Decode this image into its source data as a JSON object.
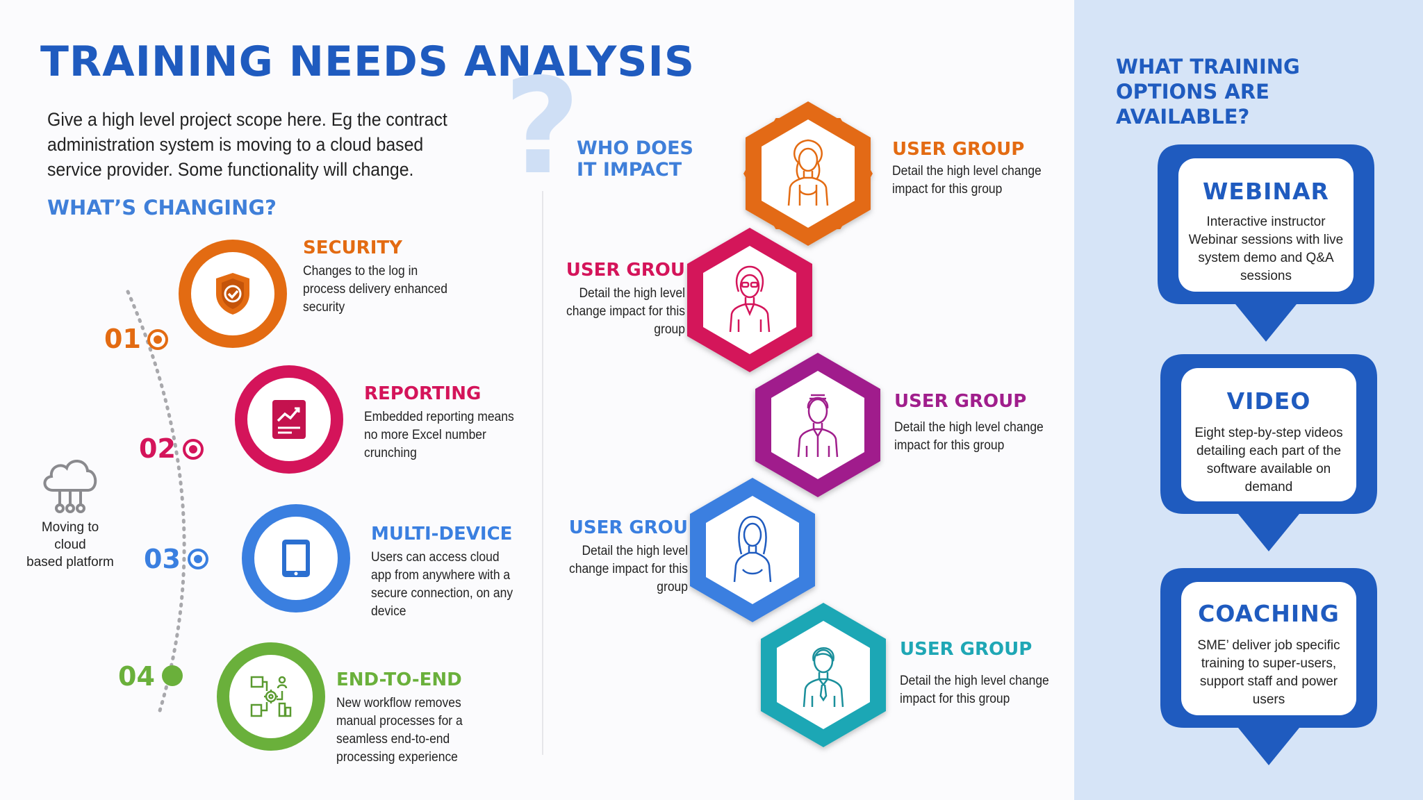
{
  "title": "TRAINING NEEDS ANALYSIS",
  "scope_text": "Give a high level project scope here. Eg the contract administration system is moving to a cloud based service provider. Some functionality will change.",
  "whats_changing_heading": "WHAT’S CHANGING?",
  "who_impact_heading": [
    "WHO DOES",
    "IT IMPACT"
  ],
  "question_mark": "?",
  "cloud_label": [
    "Moving to cloud",
    "based platform"
  ],
  "changes": [
    {
      "num": "01",
      "title": "SECURITY",
      "desc": [
        "Changes to the log in",
        "process delivery enhanced",
        "security"
      ],
      "color": "#e36b12",
      "icon": "shield-check-icon"
    },
    {
      "num": "02",
      "title": "REPORTING",
      "desc": [
        "Embedded reporting means",
        "no more Excel number",
        "crunching"
      ],
      "color": "#d4145a",
      "icon": "report-chart-icon"
    },
    {
      "num": "03",
      "title": "MULTI-DEVICE",
      "desc": [
        "Users can access cloud",
        "app from anywhere with a",
        "secure connection, on any",
        "device"
      ],
      "color": "#3a7fe0",
      "icon": "tablet-icon"
    },
    {
      "num": "04",
      "title": "END-TO-END",
      "desc": [
        "New workflow removes",
        "manual processes for a",
        "seamless end-to-end",
        "processing experience"
      ],
      "color": "#6ab03b",
      "icon": "workflow-icon"
    }
  ],
  "user_groups": [
    {
      "title": "USER GROUP",
      "desc": [
        "Detail the high level change",
        "impact for this group"
      ],
      "color": "#e36b12",
      "side": "right"
    },
    {
      "title": "USER GROU",
      "desc": [
        "Detail the high level",
        "change impact for this",
        "group"
      ],
      "color": "#d4145a",
      "side": "left"
    },
    {
      "title": "USER GROUP",
      "desc": [
        "Detail the high level change",
        "impact for this group"
      ],
      "color": "#a01e8c",
      "side": "right"
    },
    {
      "title": "USER GROU",
      "desc": [
        "Detail the high level",
        "change impact for this",
        "group"
      ],
      "color": "#3a7fe0",
      "side": "left"
    },
    {
      "title": "USER GROUP",
      "desc": [
        "Detail the high level change",
        "impact for this group"
      ],
      "color": "#1fa7b5",
      "side": "right"
    }
  ],
  "options_heading": [
    "WHAT TRAINING",
    "OPTIONS ARE",
    "AVAILABLE?"
  ],
  "options": [
    {
      "title": "WEBINAR",
      "desc": [
        "Interactive instructor",
        "Webinar sessions with live",
        "system demo and Q&A",
        "sessions"
      ]
    },
    {
      "title": "VIDEO",
      "desc": [
        "Eight step-by-step videos",
        "detailing each part of the",
        "software available on",
        "demand"
      ]
    },
    {
      "title": "COACHING",
      "desc": [
        "SME’ deliver job specific",
        "training to super-users,",
        "support staff and power",
        "users"
      ]
    }
  ]
}
